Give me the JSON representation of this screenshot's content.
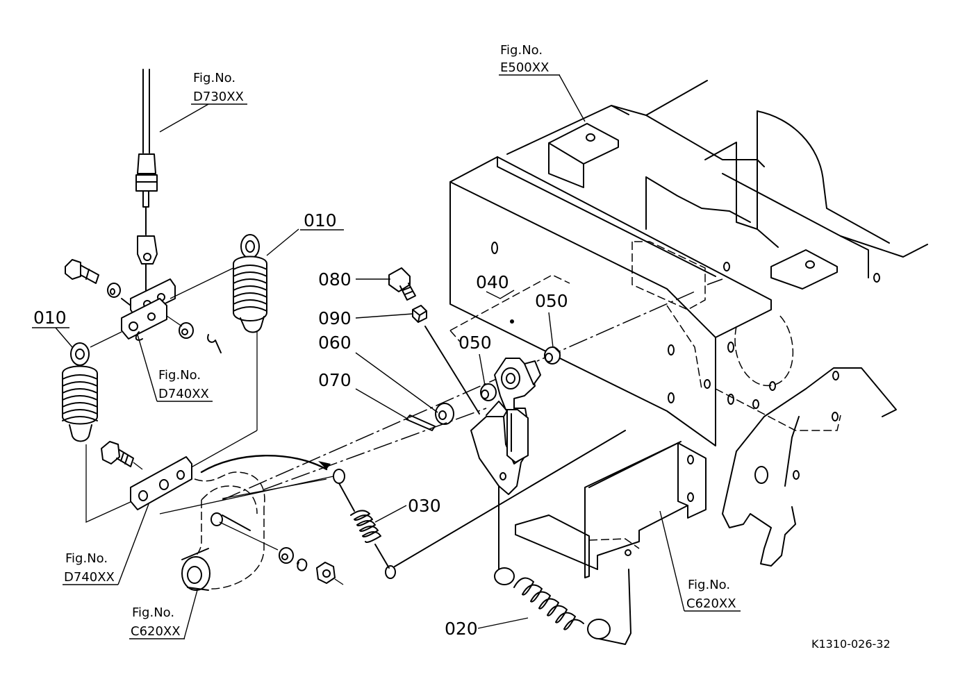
{
  "labels": {
    "p010a": "010",
    "p010b": "010",
    "p020": "020",
    "p030": "030",
    "p040": "040",
    "p050a": "050",
    "p050b": "050",
    "p060": "060",
    "p070": "070",
    "p080": "080",
    "p090": "090"
  },
  "figrefs": {
    "d730": {
      "line1": "Fig.No.",
      "line2": "D730XX"
    },
    "e500": {
      "line1": "Fig.No.",
      "line2": "E500XX"
    },
    "d740a": {
      "line1": "Fig.No.",
      "line2": "D740XX"
    },
    "d740b": {
      "line1": "Fig.No.",
      "line2": "D740XX"
    },
    "c620a": {
      "line1": "Fig.No.",
      "line2": "C620XX"
    },
    "c620b": {
      "line1": "Fig.No.",
      "line2": "C620XX"
    }
  },
  "drawing_code": "K1310-026-32"
}
